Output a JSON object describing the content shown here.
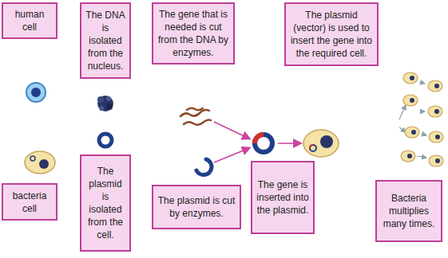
{
  "diagram": {
    "nodes": [
      {
        "text": [
          "human cell"
        ]
      },
      {
        "text": [
          "The DNA is isolated from the nucleus."
        ]
      },
      {
        "text": [
          "The gene that is needed is cut from the DNA by enzymes."
        ]
      },
      {
        "text": [
          "The plasmid (vector) is used to insert the gene into the required cell."
        ]
      },
      {
        "text": [
          "bacteria cell"
        ]
      },
      {
        "text": [
          "The plasmid is isolated from the cell."
        ]
      },
      {
        "text": [
          "The plasmid is cut by enzymes."
        ]
      },
      {
        "text": [
          "The gene is inserted into the plasmid."
        ]
      },
      {
        "text": [
          "Bacteria multiplies many times."
        ]
      }
    ]
  }
}
